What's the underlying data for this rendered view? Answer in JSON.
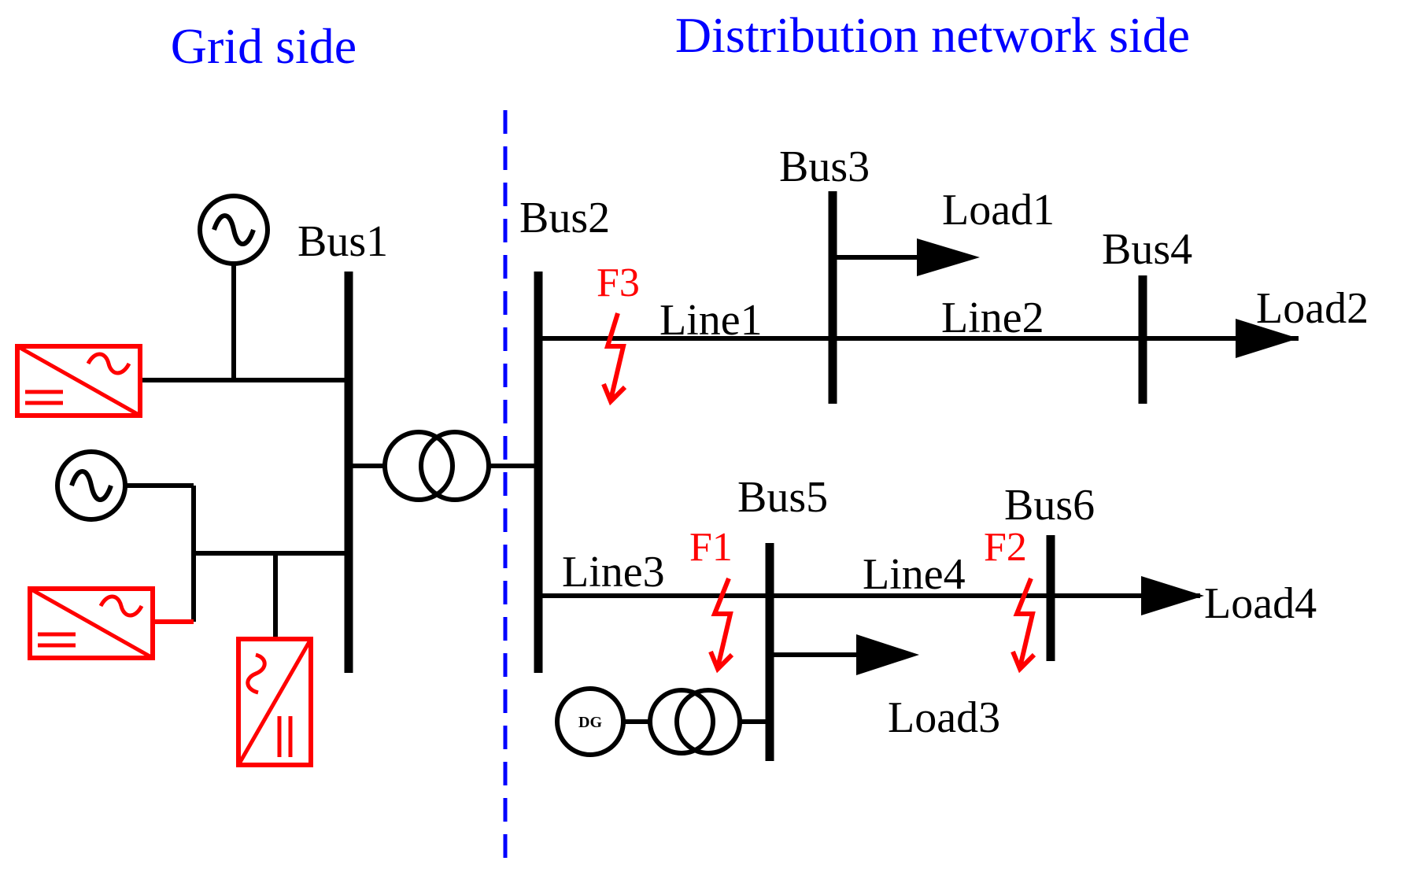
{
  "colors": {
    "line": "#000000",
    "fault": "#ff0000",
    "inverter": "#ff0000",
    "region": "#0000ff",
    "boundary": "#0000ff"
  },
  "regions": {
    "grid": "Grid side",
    "distribution": "Distribution network side"
  },
  "buses": [
    "Bus1",
    "Bus2",
    "Bus3",
    "Bus4",
    "Bus5",
    "Bus6"
  ],
  "lines": [
    "Line1",
    "Line2",
    "Line3",
    "Line4"
  ],
  "loads": [
    "Load1",
    "Load2",
    "Load3",
    "Load4"
  ],
  "faults": [
    "F1",
    "F2",
    "F3"
  ],
  "dg_label": "DG",
  "icons": {
    "generator": "ac-source-icon",
    "inverter": "dc-ac-inverter-icon",
    "transformer": "transformer-icon",
    "fault": "lightning-fault-icon",
    "load": "load-arrow-icon"
  }
}
